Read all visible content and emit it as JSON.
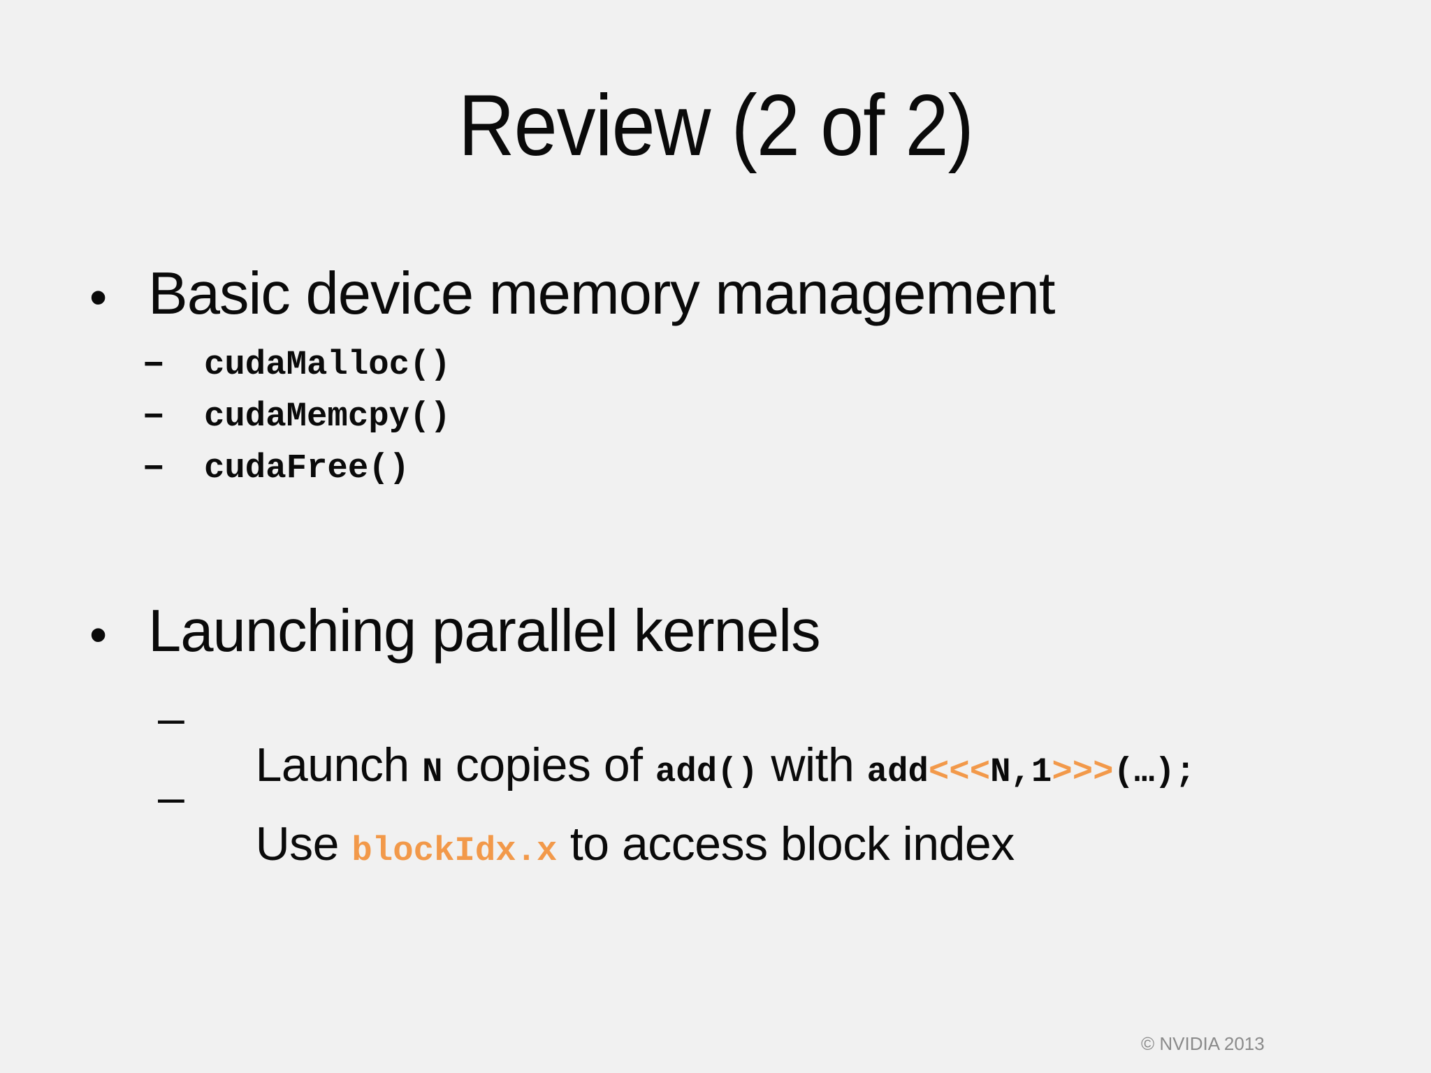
{
  "slide": {
    "title": "Review (2 of 2)",
    "bullet_char": "•",
    "dash_char": "–",
    "footer": "© NVIDIA 2013",
    "colors": {
      "background": "#F1F1F1",
      "text": "#000000",
      "code_accent_orange": "#F2994A",
      "footer_gray": "#8A8A8A"
    },
    "sections": [
      {
        "heading": "Basic device memory management",
        "code_items": [
          "cudaMalloc()",
          "cudaMemcpy()",
          "cudaFree()"
        ]
      },
      {
        "heading": "Launching parallel kernels",
        "lines": [
          {
            "segments": [
              {
                "text": "Launch "
              },
              {
                "text": "N"
              },
              {
                "text": " copies of "
              },
              {
                "text": "add()"
              },
              {
                "text": " with "
              },
              {
                "text": "add"
              },
              {
                "text": "<<<"
              },
              {
                "text": "N,1"
              },
              {
                "text": ">>>"
              },
              {
                "text": "(…);"
              }
            ]
          },
          {
            "segments": [
              {
                "text": "Use "
              },
              {
                "text": "blockIdx.x"
              },
              {
                "text": " to access block index"
              }
            ]
          }
        ]
      }
    ]
  }
}
